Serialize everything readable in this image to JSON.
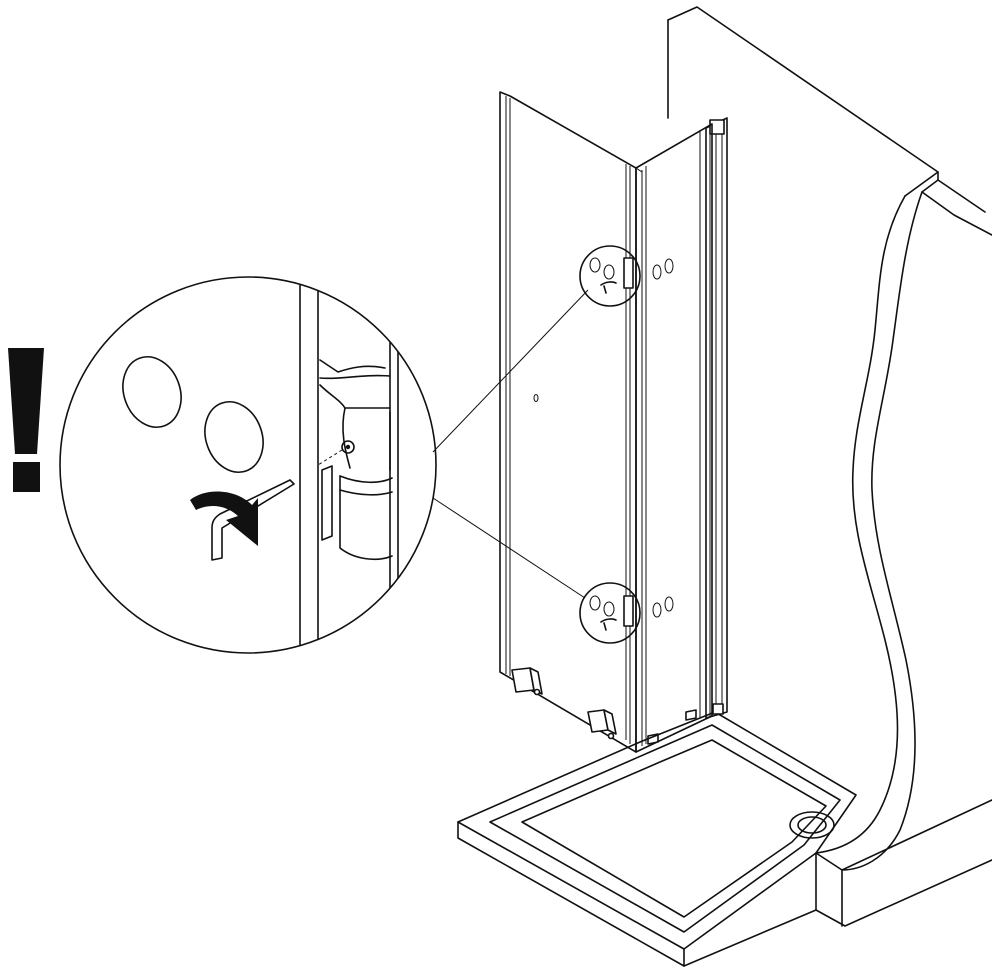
{
  "diagram": {
    "kind": "assembly-instruction",
    "warning_symbol": "exclamation-mark",
    "tool": "hex-key",
    "rotation_direction": "clockwise",
    "line_color": "#111111",
    "background_color": "#ffffff"
  }
}
